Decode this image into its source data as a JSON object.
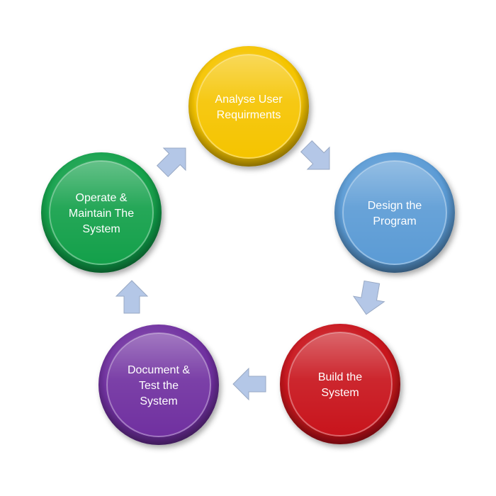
{
  "diagram": {
    "nodes": [
      {
        "id": "analyse",
        "lines": [
          "Analyse User",
          "Requirments"
        ],
        "color": "#f5c400"
      },
      {
        "id": "design",
        "lines": [
          "Design the",
          "Program"
        ],
        "color": "#5b9bd5"
      },
      {
        "id": "build",
        "lines": [
          "Build the",
          "System"
        ],
        "color": "#c8141c"
      },
      {
        "id": "document",
        "lines": [
          "Document &",
          "Test the",
          "System"
        ],
        "color": "#7030a0"
      },
      {
        "id": "operate",
        "lines": [
          "Operate &",
          "Maintain The",
          "System"
        ],
        "color": "#13a04a"
      }
    ],
    "arrow_color": "#b4c7e7",
    "flow": "clockwise"
  }
}
